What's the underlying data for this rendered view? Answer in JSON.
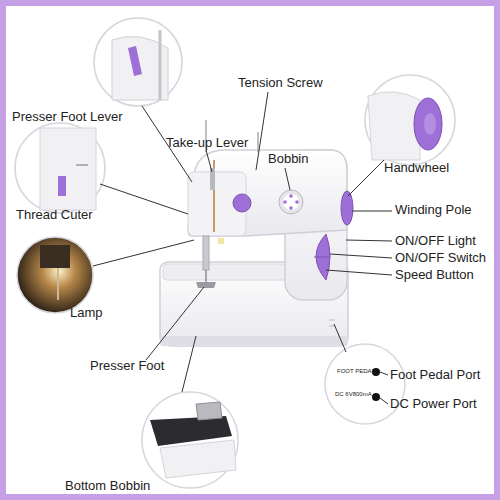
{
  "diagram": {
    "labels": [
      "Tension Screw",
      "Presser Foot Lever",
      "Take-up Lever",
      "Bobbin",
      "Handwheel",
      "Winding Pole",
      "Thread Cuter",
      "ON/OFF Light",
      "ON/OFF Switch",
      "Speed Button",
      "Lamp",
      "Presser Foot",
      "FOOT PEDAL",
      "Foot Pedal Port",
      "DC 6V800mA",
      "DC Power Port",
      "Bottom Bobbin"
    ]
  }
}
